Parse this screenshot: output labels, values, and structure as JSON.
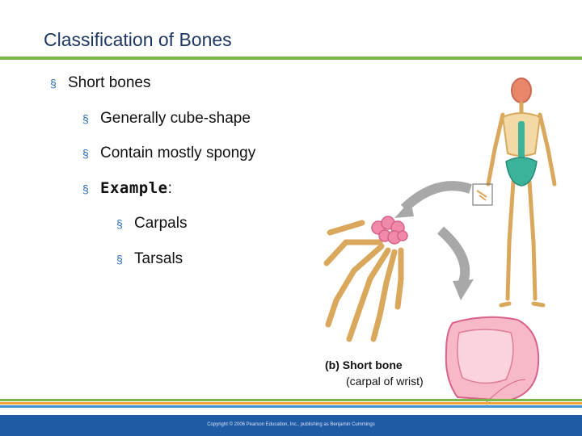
{
  "title": "Classification of Bones",
  "bullets": {
    "short_bones": "Short bones",
    "cube_shape": "Generally cube-shape",
    "spongy": "Contain mostly spongy",
    "example_word": "Example",
    "example_colon": ":",
    "carpals": "Carpals",
    "tarsals": "Tarsals"
  },
  "figure": {
    "label": "(b)",
    "title": "Short bone",
    "subtitle": "(carpal of wrist)"
  },
  "footer": {
    "copyright": "Copyright © 2006 Pearson Education, Inc., publishing as Benjamin Cummings"
  },
  "colors": {
    "title": "#1f3864",
    "accent_green": "#7ab648",
    "bullet_mark": "#2a6db5",
    "footer_blue": "#1f5aa5",
    "bone": "#e8c27a",
    "carpal_pink": "#f08aa8"
  }
}
